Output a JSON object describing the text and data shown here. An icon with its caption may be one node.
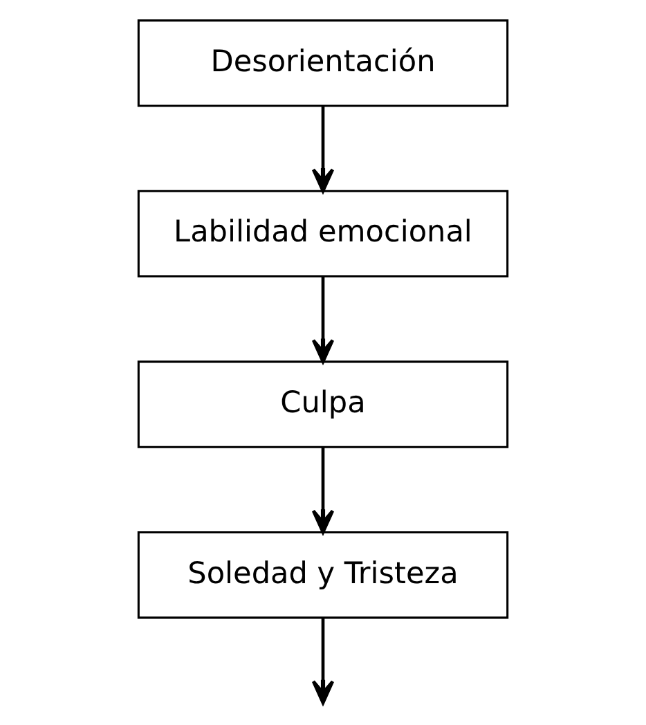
{
  "diagram": {
    "nodes": [
      {
        "text": [
          "Desorientación"
        ]
      },
      {
        "text": [
          "Labilidad emocional"
        ]
      },
      {
        "text": [
          "Culpa"
        ]
      },
      {
        "text": [
          "Soledad y Tristeza"
        ]
      }
    ],
    "edges": [
      {
        "from": 0,
        "to": 1,
        "arrow": "to"
      },
      {
        "from": 1,
        "to": 2,
        "arrow": "to"
      },
      {
        "from": 2,
        "to": 3,
        "arrow": "to"
      },
      {
        "from": 3,
        "to": null,
        "arrow": "to"
      }
    ]
  }
}
